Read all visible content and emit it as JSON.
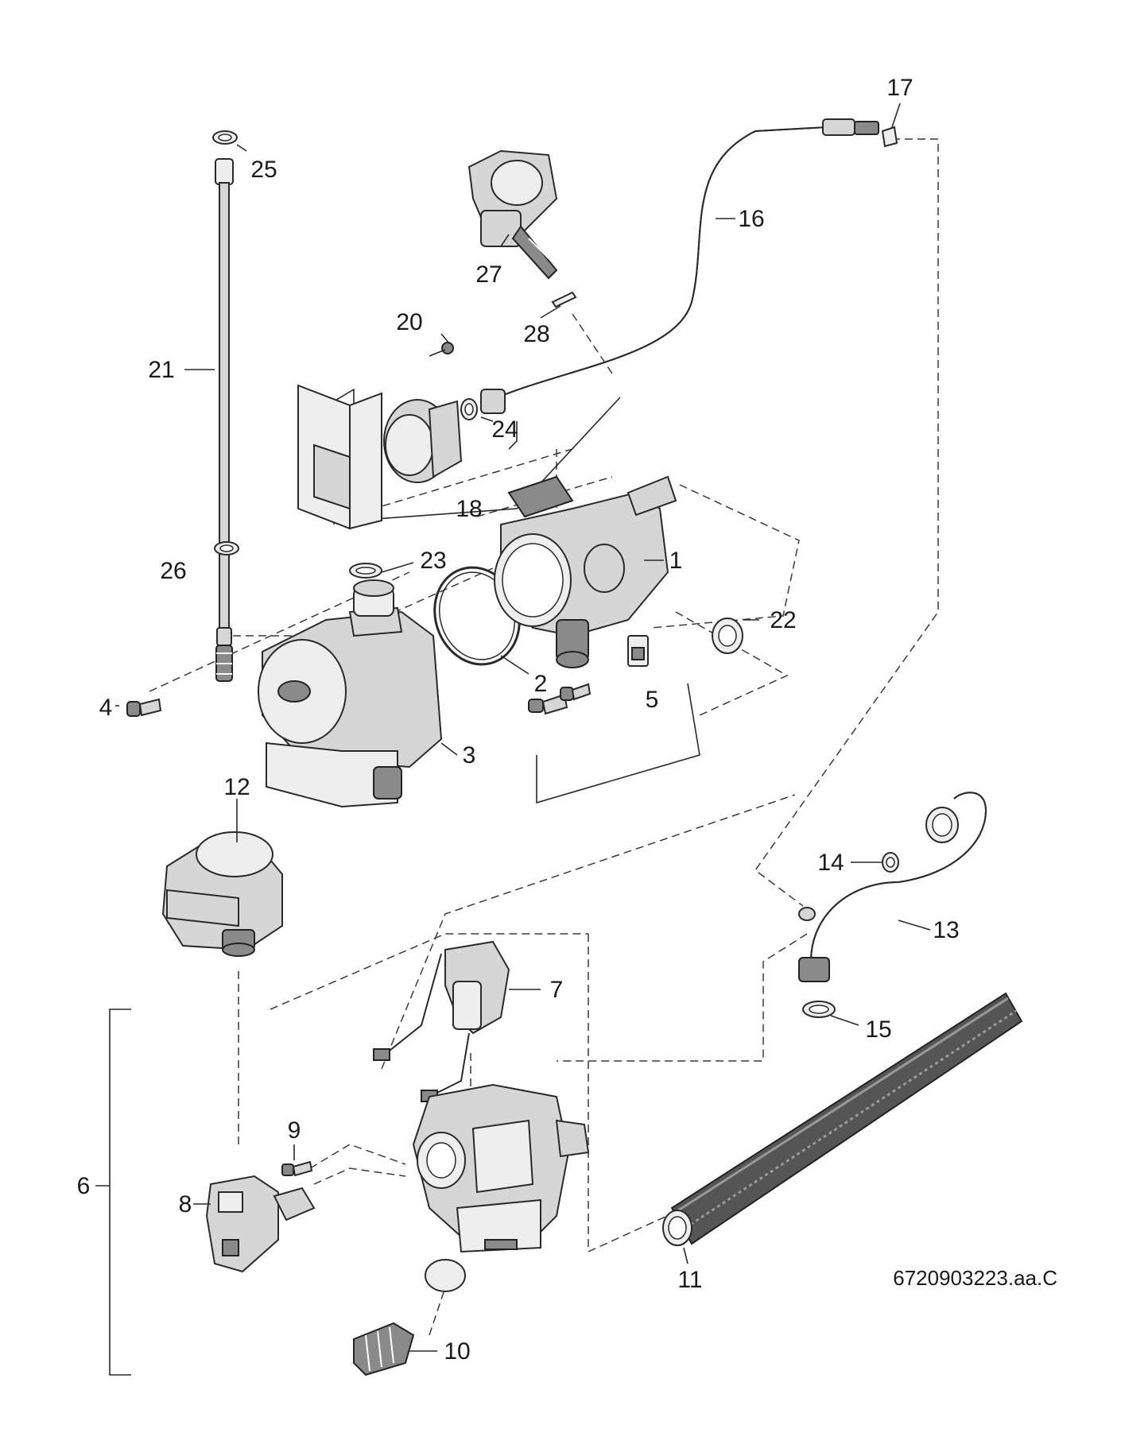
{
  "diagram": {
    "document_id": "6720903223.aa.C",
    "callouts": [
      "1",
      "2",
      "3",
      "4",
      "5",
      "6",
      "7",
      "8",
      "9",
      "10",
      "11",
      "12",
      "13",
      "14",
      "15",
      "16",
      "17",
      "18",
      "20",
      "21",
      "22",
      "23",
      "24",
      "25",
      "26",
      "27",
      "28"
    ]
  }
}
